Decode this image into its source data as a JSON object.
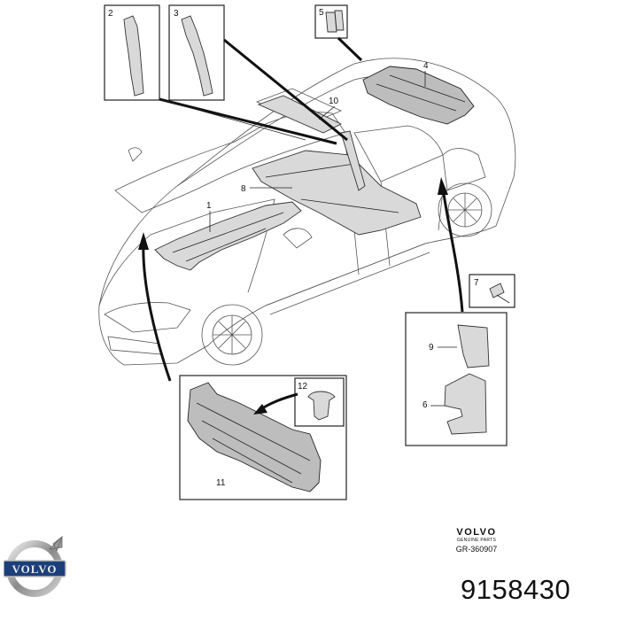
{
  "callouts": {
    "c1": "1",
    "c2": "2",
    "c3": "3",
    "c4": "4",
    "c5": "5",
    "c6": "6",
    "c7": "7",
    "c8": "8",
    "c9": "9",
    "c10": "10",
    "c11": "11",
    "c12": "12"
  },
  "brand": {
    "wordmark": "VOLVO",
    "subline": "GENUINE PARTS",
    "reference": "GR-360907",
    "logo_text": "VOLVO"
  },
  "part_number": "9158430",
  "colors": {
    "ink": "#111111",
    "part_fill": "#d9d9d9",
    "car_line": "#555555"
  },
  "icons": {
    "logo": "volvo-iron-mark-icon",
    "arrows": "curved-arrow-icon"
  }
}
